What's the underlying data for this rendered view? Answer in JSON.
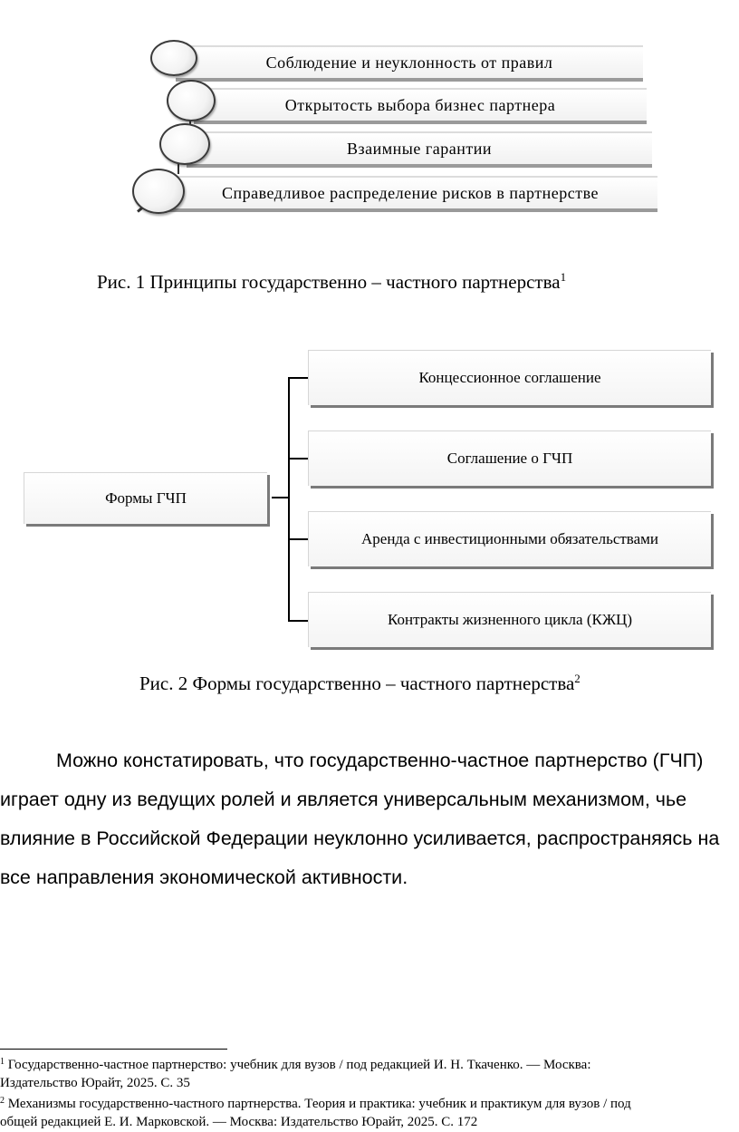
{
  "figure1": {
    "principles": [
      "Соблюдение и неуклонность от правил",
      "Открытость выбора бизнес партнера",
      "Взаимные гарантии",
      "Справедливое распределение рисков в партнерстве"
    ],
    "caption": "Рис. 1 Принципы государственно – частного партнерства",
    "caption_ref": "1"
  },
  "figure2": {
    "root": "Формы ГЧП",
    "forms": [
      "Концессионное соглашение",
      "Соглашение о ГЧП",
      "Аренда с инвестиционными обязательствами",
      "Контракты жизненного цикла (КЖЦ)"
    ],
    "caption": "Рис. 2 Формы государственно – частного партнерства",
    "caption_ref": "2"
  },
  "paragraph": {
    "lines": [
      "Можно констатировать, что государственно-частное партнерство (ГЧП)",
      "играет одну из ведущих ролей и является универсальным механизмом, чье",
      "влияние в Российской Федерации неуклонно усиливается, распространяясь на",
      "все направления экономической активности."
    ]
  },
  "footnotes": [
    {
      "mark": "1",
      "lines": [
        "Государственно-частное партнерство: учебник для вузов / под редакцией И. Н. Ткаченко. — Москва:",
        "Издательство Юрайт, 2025. С. 35"
      ]
    },
    {
      "mark": "2",
      "lines": [
        "Механизмы государственно-частного партнерства. Теория и практика: учебник и практикум для вузов / под",
        "общей редакцией Е. И. Марковской. — Москва: Издательство Юрайт, 2025. С. 172"
      ]
    }
  ]
}
